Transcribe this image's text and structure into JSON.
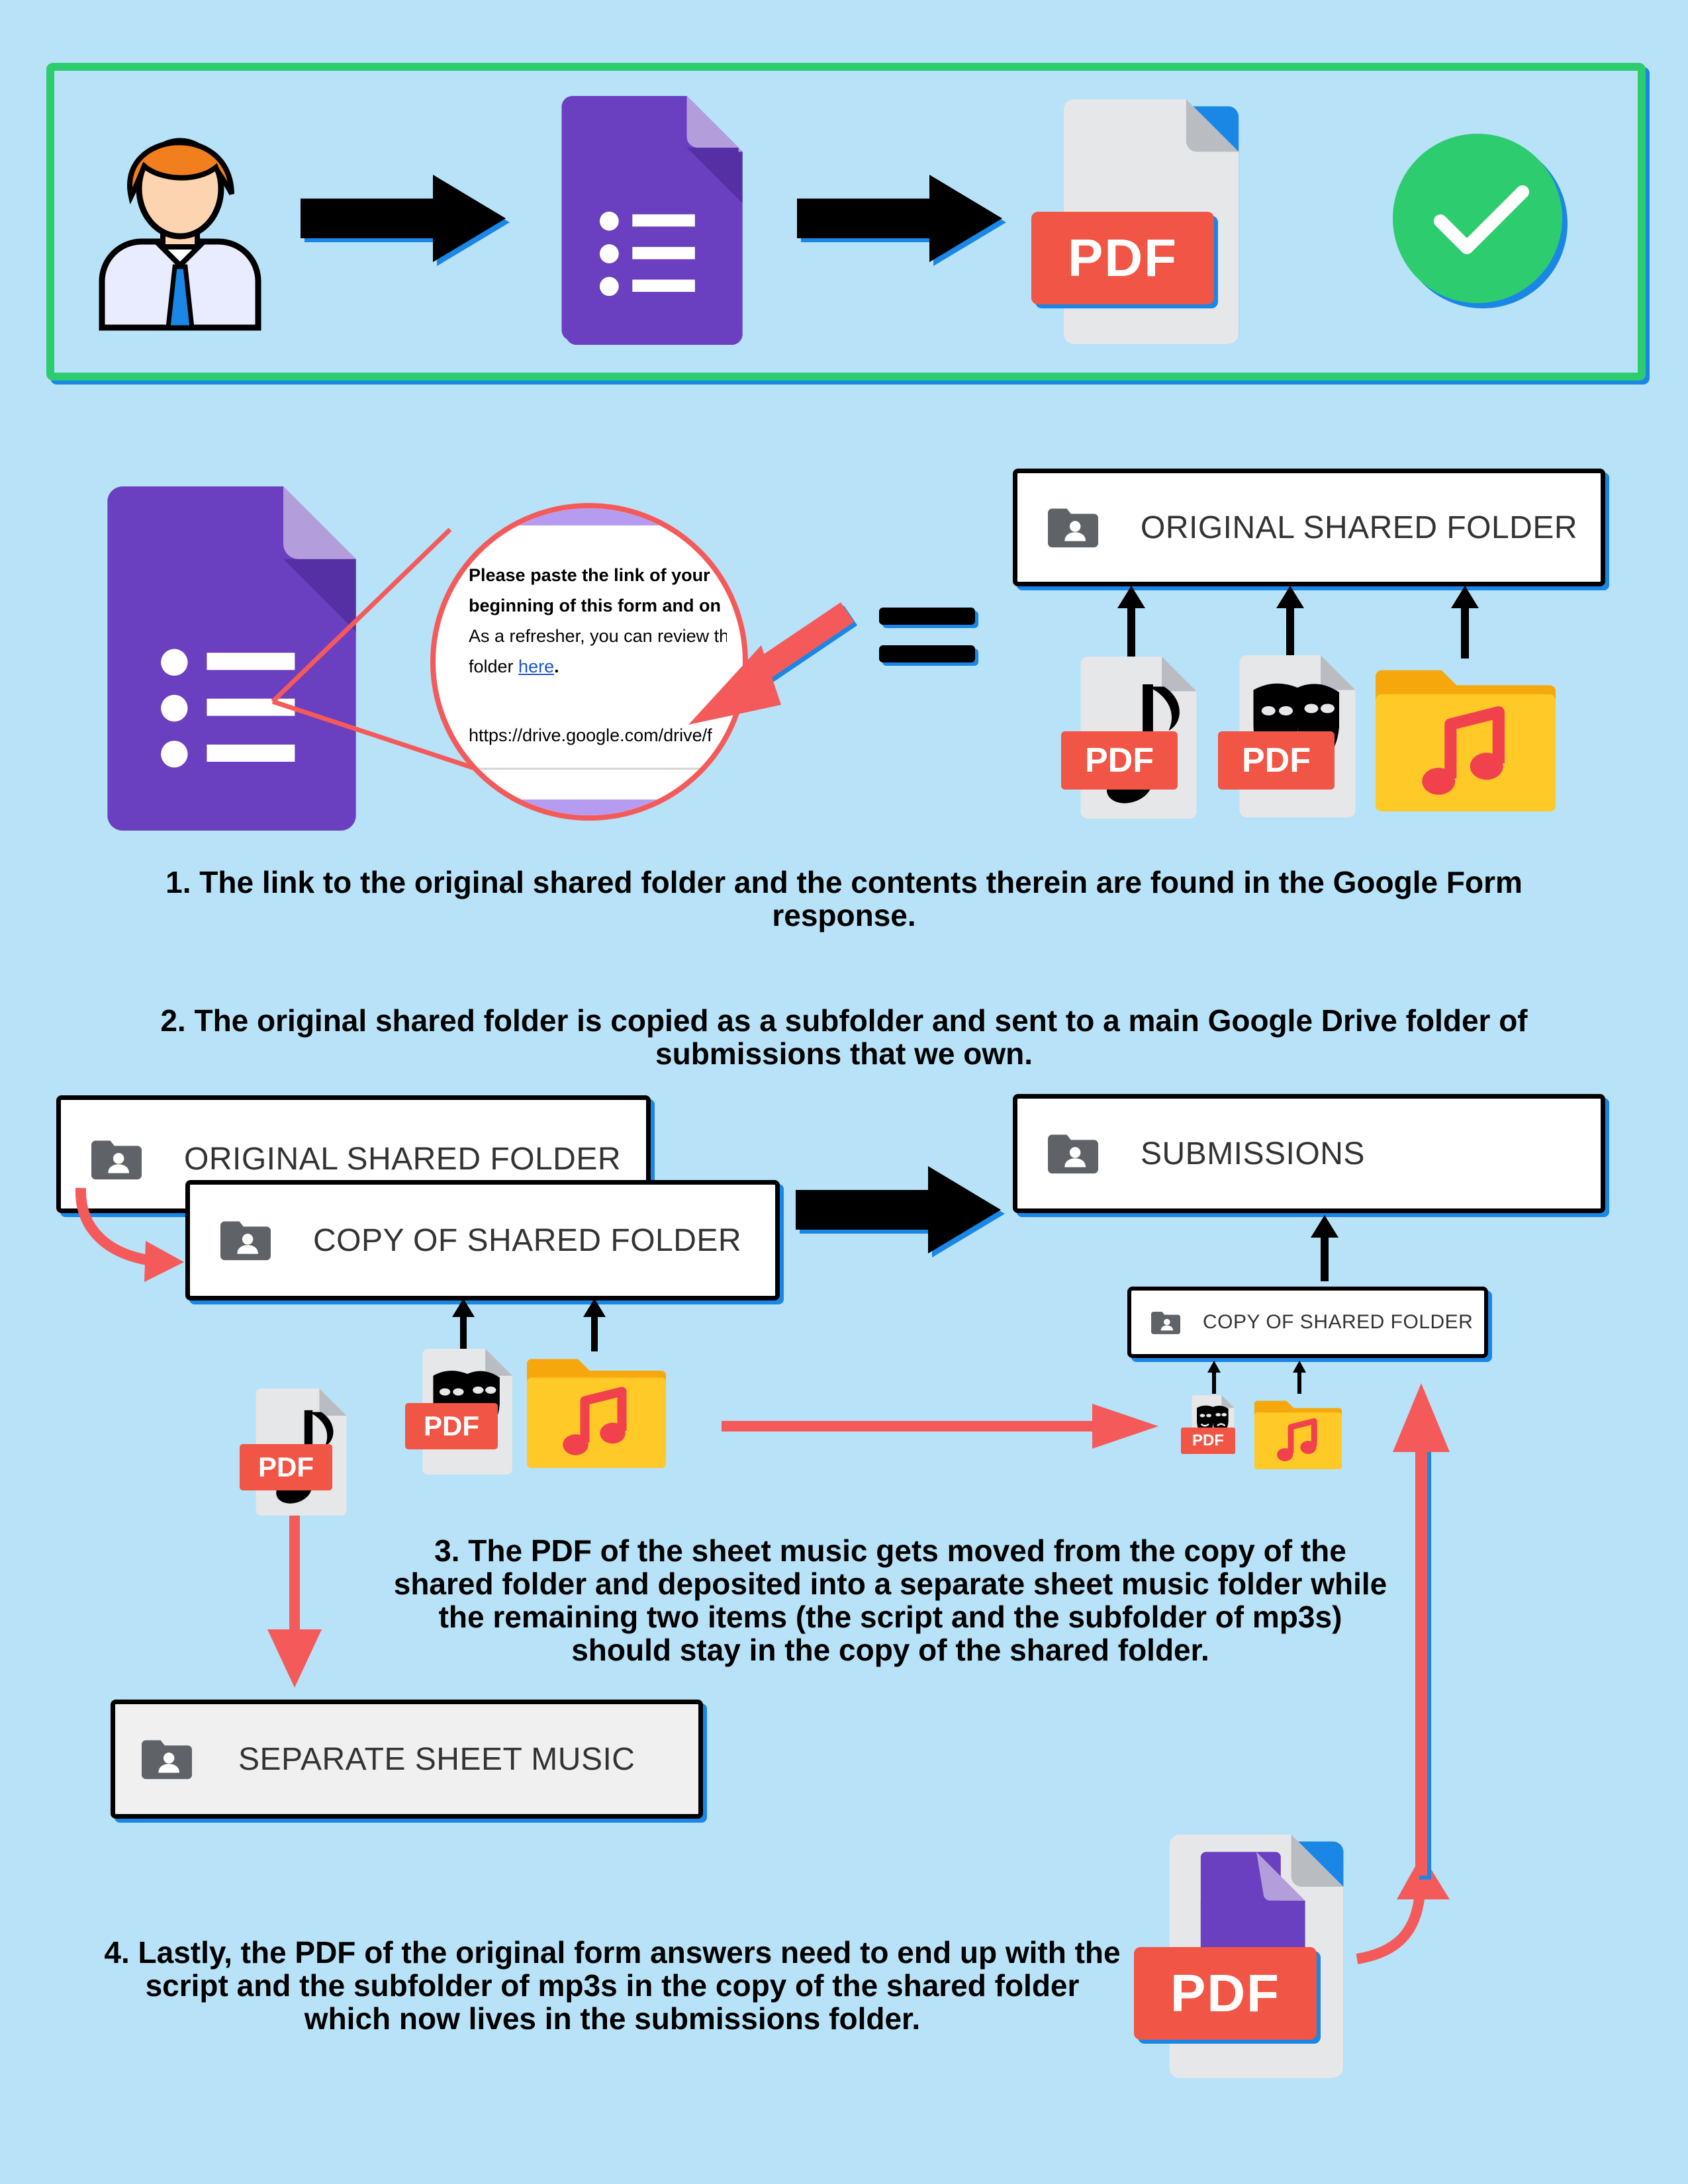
{
  "top_flow": {
    "pdf_label": "PDF",
    "icons": [
      "person-icon",
      "google-forms-icon",
      "pdf-file-icon",
      "checkmark-icon"
    ]
  },
  "zoom_callout": {
    "line1": "Please paste the link of your",
    "line2": "beginning of this form and on",
    "line3": "As a refresher, you can review the",
    "line4_prefix": "folder ",
    "line4_link": "here",
    "line4_suffix": ".",
    "url": "https://drive.google.com/drive/f"
  },
  "folders": {
    "original_top": "ORIGINAL SHARED FOLDER",
    "original_left": "ORIGINAL SHARED FOLDER",
    "copy_main": "COPY OF SHARED FOLDER",
    "submissions": "SUBMISSIONS",
    "copy_small": "COPY OF SHARED FOLDER",
    "separate": "SEPARATE SHEET MUSIC"
  },
  "file_labels": {
    "pdf": "PDF"
  },
  "steps": {
    "step1": "1. The link to the original shared folder and the contents therein are found in the Google Form response.",
    "step2": "2. The original shared folder is copied as a subfolder and sent to a main Google Drive folder of submissions that we own.",
    "step3": "3. The PDF of the sheet music gets moved from the copy of the shared folder and deposited into a separate sheet music folder while the remaining two items (the script and the subfolder of mp3s) should stay in the copy of the shared folder.",
    "step4": "4. Lastly, the PDF of the original form answers need to end up with the script and the subfolder of mp3s in the copy of the shared folder which now lives in the submissions folder."
  },
  "colors": {
    "background": "#b7e2f7",
    "frame_green": "#2dcc6e",
    "forms_purple": "#6a3fc0",
    "pdf_red": "#f05545",
    "folder_yellow": "#ffc21a",
    "arrow_red": "#f45a5a",
    "shadow_blue": "#1a86e6"
  }
}
